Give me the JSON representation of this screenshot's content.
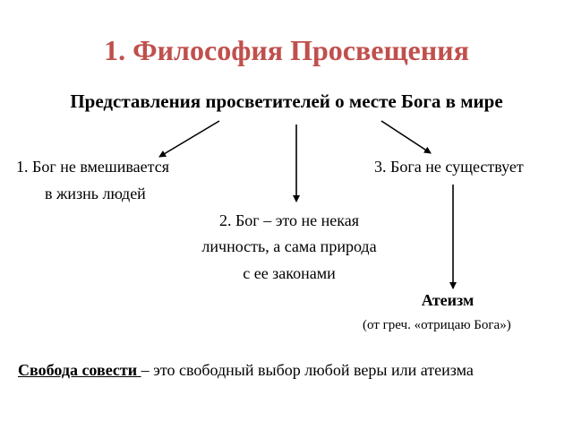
{
  "title": "1. Философия Просвещения",
  "subtitle": "Представления просветителей о месте Бога в мире",
  "nodes": {
    "item1_line1": "1. Бог не вмешивается",
    "item1_line2": "в жизнь людей",
    "item2_line1": "2. Бог – это не некая",
    "item2_line2": "личность, а сама природа",
    "item2_line3": "с ее законами",
    "item3": "3. Бога не существует",
    "atheism_title": "Атеизм",
    "atheism_note": "(от греч. «отрицаю Бога»)"
  },
  "definition": {
    "term": "Свобода совести ",
    "text": "– это свободный выбор любой веры или атеизма"
  },
  "colors": {
    "title": "#c0504d",
    "text": "#000000"
  }
}
